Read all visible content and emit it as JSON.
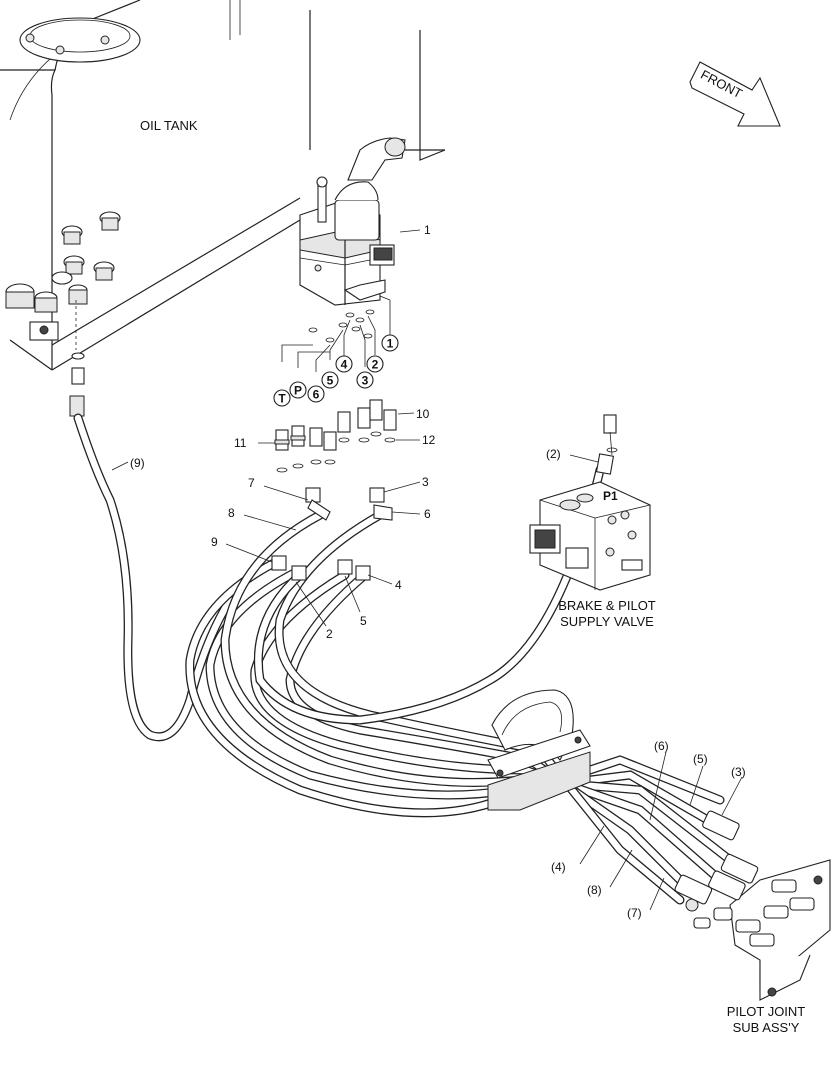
{
  "labels": {
    "oil_tank": "OIL TANK",
    "front": "FRONT",
    "brake_valve_line1": "BRAKE & PILOT",
    "brake_valve_line2": "SUPPLY VALVE",
    "pilot_joint_line1": "PILOT JOINT",
    "pilot_joint_line2": "SUB ASS'Y",
    "port_p1": "P1"
  },
  "port_markers": [
    "T",
    "P",
    "6",
    "5",
    "4",
    "3",
    "2",
    "1"
  ],
  "part_numbers": [
    "1",
    "2",
    "3",
    "4",
    "5",
    "6",
    "7",
    "8",
    "9",
    "10",
    "11",
    "12"
  ],
  "hose_labels": [
    "(9)",
    "(2)",
    "(6)",
    "(5)",
    "(3)",
    "(4)",
    "(8)",
    "(7)"
  ]
}
